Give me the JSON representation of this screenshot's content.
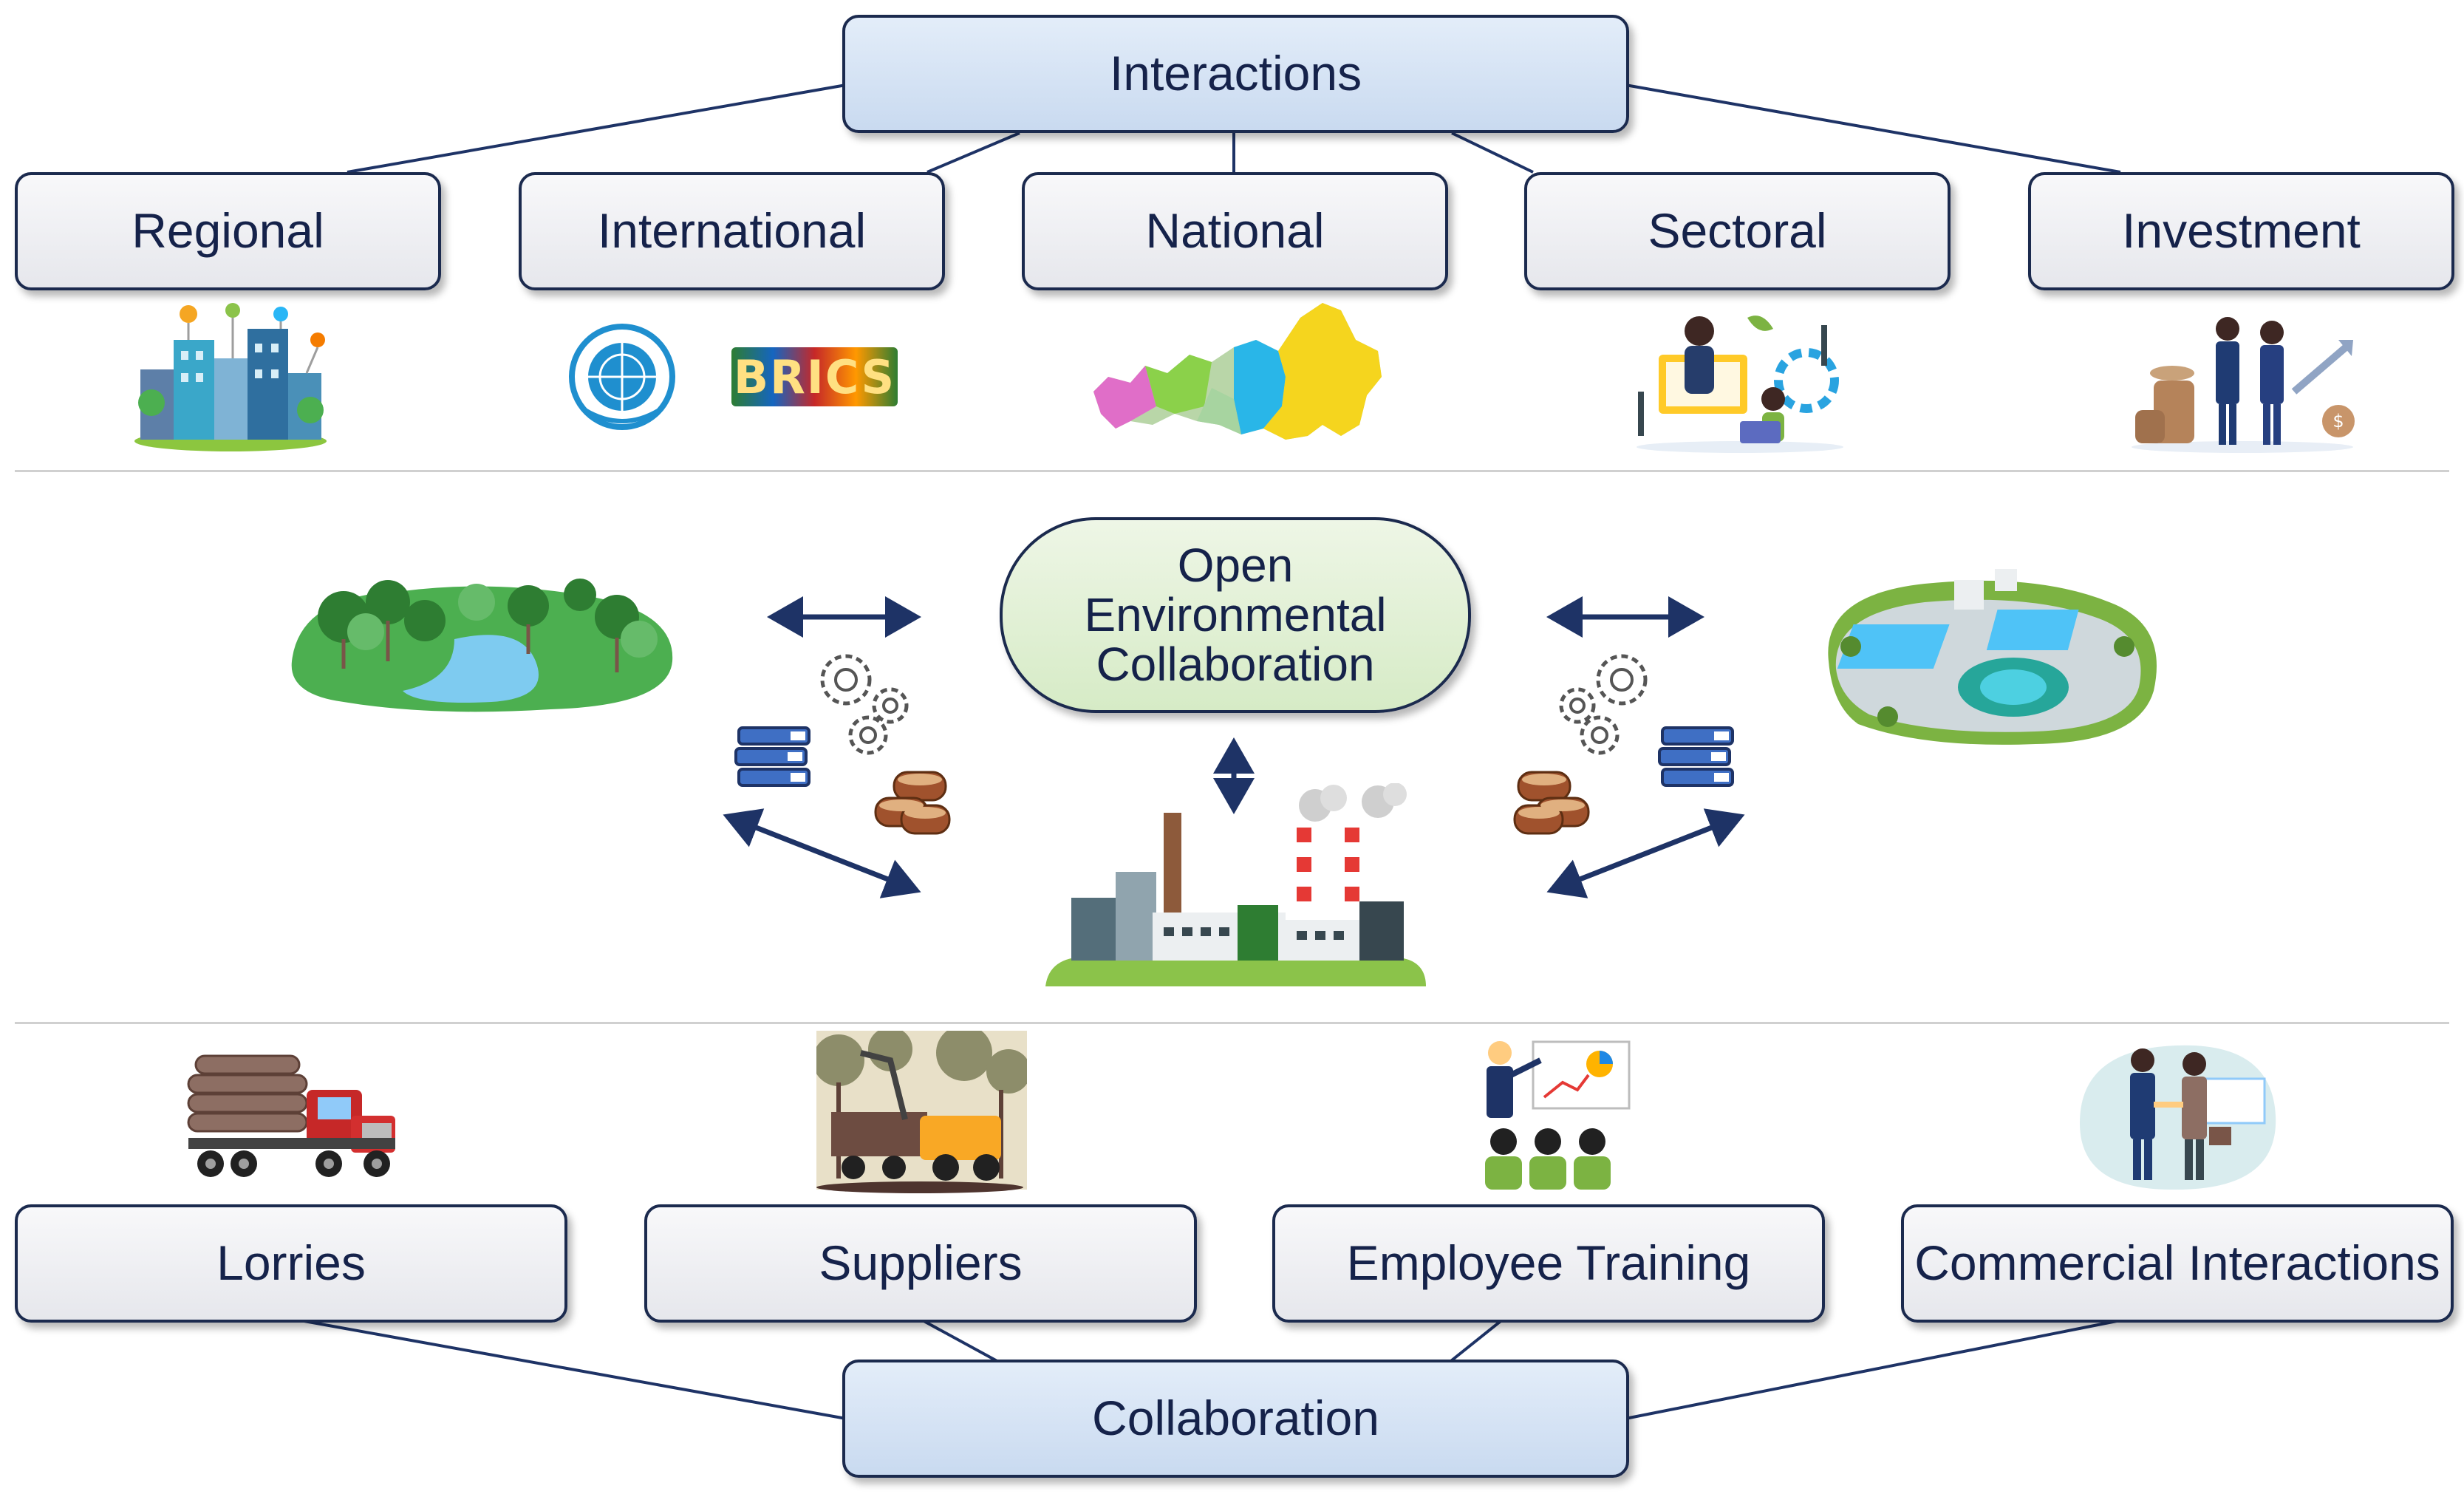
{
  "top": {
    "title": "Interactions",
    "categories": [
      "Regional",
      "International",
      "National",
      "Sectoral",
      "Investment"
    ],
    "brics_text": "BRICS"
  },
  "center": {
    "title_lines": [
      "Open",
      "Environmental",
      "Collaboration"
    ]
  },
  "bottom": {
    "title": "Collaboration",
    "categories": [
      "Lorries",
      "Suppliers",
      "Employee Training",
      "Commercial Interactions"
    ]
  },
  "colors": {
    "box_border": "#1b2a4e",
    "text": "#15224a",
    "arrow": "#1e3366",
    "blue_box": "#d5e3f3",
    "grey_box": "#ececef",
    "green_box": "#e2f0d6"
  },
  "icons": [
    "city-icon",
    "un-emblem-icon",
    "brics-logo-icon",
    "russia-map-icon",
    "sectoral-people-icon",
    "investment-handshake-icon",
    "forest-lake-icon",
    "gears-icon",
    "books-icon",
    "coins-icon",
    "factory-icon",
    "water-treatment-icon",
    "logging-truck-icon",
    "forest-harvester-icon",
    "training-presentation-icon",
    "business-handshake-icon"
  ]
}
